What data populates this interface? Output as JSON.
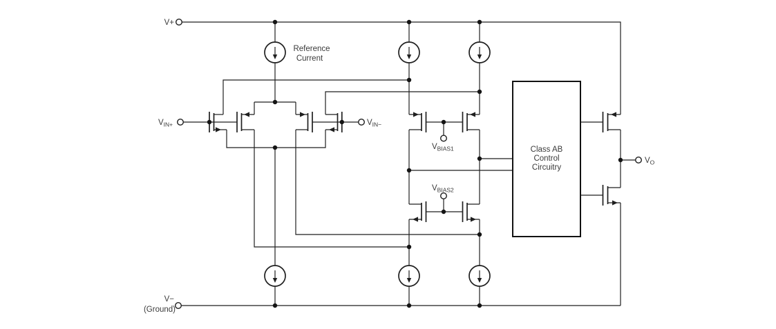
{
  "figure": {
    "kind": "op-amp simplified schematic",
    "components": {
      "current_source_count": 6,
      "mosfet_count": 10,
      "terminal_count": 7
    }
  },
  "labels": {
    "v_plus": "V+",
    "v_minus": "V−",
    "ground": "(Ground)",
    "vin_plus": {
      "main": "V",
      "sub": "IN+"
    },
    "vin_minus": {
      "main": "V",
      "sub": "IN−"
    },
    "vbias1": {
      "main": "V",
      "sub": "BIAS1"
    },
    "vbias2": {
      "main": "V",
      "sub": "BIAS2"
    },
    "vout": {
      "main": "V",
      "sub": "O"
    },
    "reference_current": {
      "line1": "Reference",
      "line2": "Current"
    },
    "class_ab_block": {
      "line1": "Class AB",
      "line2": "Control",
      "line3": "Circuitry"
    }
  },
  "colors": {
    "background": "#ffffff",
    "wire": "#1f1f1f",
    "text": "#3a3a3a",
    "junction_dot": "#141414"
  }
}
